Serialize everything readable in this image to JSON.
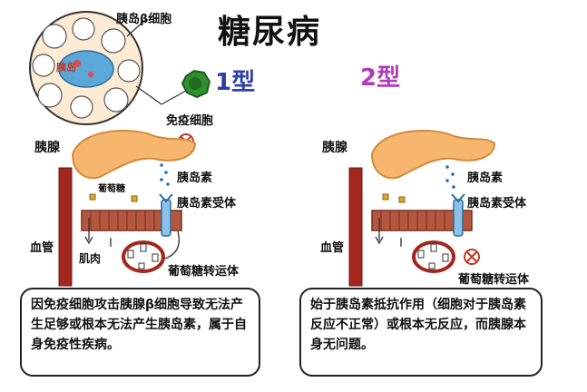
{
  "title": "糖尿病",
  "type1": {
    "type_label": "1型",
    "beta_cell_label": "胰岛β细胞",
    "islet_label": "胰岛",
    "immune_cell_label": "免疫细胞",
    "pancreas_label": "胰腺",
    "grape_sugar_label": "葡萄糖",
    "insulin_label": "胰岛素",
    "receptor_label": "胰岛素受体",
    "blood_vessel_label": "血管",
    "muscle_label": "肌肉",
    "transporter_label": "葡萄糖转运体",
    "description": "因免疫细胞攻击胰腺β细胞导致无法产生足够或根本无法产生胰岛素，属于自身免疫性疾病。"
  },
  "type2": {
    "type_label": "2型",
    "pancreas_label": "胰腺",
    "insulin_label": "胰岛素",
    "receptor_label": "胰岛素受体",
    "blood_vessel_label": "血管",
    "transporter_label": "葡萄糖转运体",
    "description": "始于胰岛素抵抗作用（细胞对于胰岛素反应不正常）或根本无反应，而胰腺本身无问题。"
  },
  "colors": {
    "pancreas": "#f6b66e",
    "vessel": "#a3271f",
    "type1_accent": "#2f3fa8",
    "type2_accent": "#b23ab8",
    "immune": "#2f8f2f",
    "receptor": "#8fc1e8"
  }
}
